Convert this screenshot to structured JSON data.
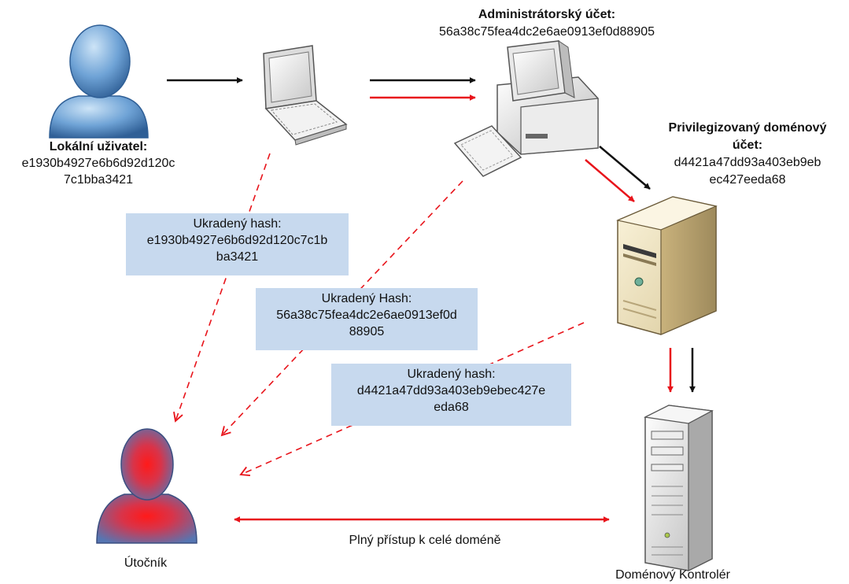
{
  "local_user": {
    "title": "Lokální uživatel:",
    "hash_line1": "e1930b4927e6b6d92d120c",
    "hash_line2": "7c1bba3421"
  },
  "admin_account": {
    "title": "Administrátorský účet:",
    "hash": "56a38c75fea4dc2e6ae0913ef0d88905"
  },
  "privileged_account": {
    "title_line1": "Privilegizovaný doménový",
    "title_line2": "účet:",
    "hash_line1": "d4421a47dd93a403eb9eb",
    "hash_line2": "ec427eeda68"
  },
  "stolen_boxes": [
    {
      "title": "Ukradený hash:",
      "line1": "e1930b4927e6b6d92d120c7c1b",
      "line2": "ba3421"
    },
    {
      "title": "Ukradený Hash:",
      "line1": "56a38c75fea4dc2e6ae0913ef0d",
      "line2": "88905"
    },
    {
      "title": "Ukradený hash:",
      "line1": "d4421a47dd93a403eb9ebec427e",
      "line2": "eda68"
    }
  ],
  "attacker": {
    "label": "Útočník"
  },
  "access_label": "Plný přístup k celé doméně",
  "domain_controller": {
    "label": "Doménový Kontrolér"
  },
  "colors": {
    "red": "#e8141b",
    "black": "#111111",
    "box_fill": "#c7d9ee"
  }
}
